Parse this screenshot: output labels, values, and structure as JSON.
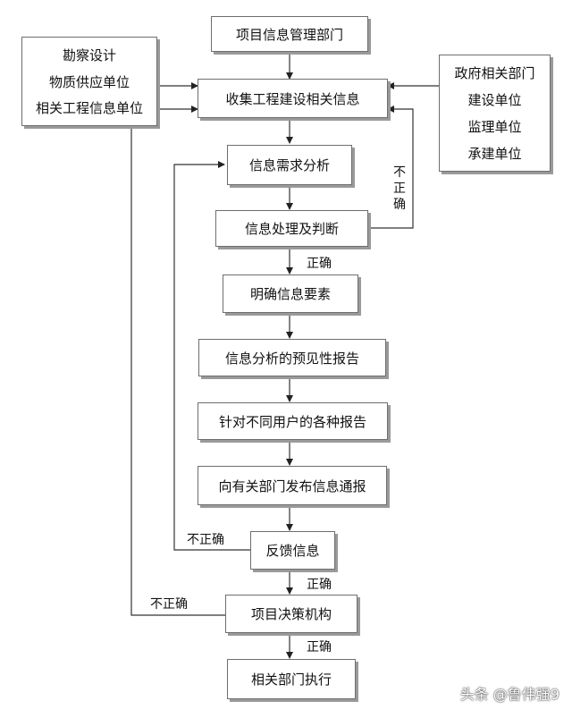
{
  "nodes": {
    "dept": "项目信息管理部门",
    "collect": "收集工程建设相关信息",
    "demand": "信息需求分析",
    "process": "信息处理及判断",
    "elements": "明确信息要素",
    "forecast": "信息分析的预见性报告",
    "users": "针对不同用户的各种报告",
    "publish": "向有关部门发布信息通报",
    "feedback": "反馈信息",
    "decision": "项目决策机构",
    "execute": "相关部门执行"
  },
  "left_sources": [
    "勘察设计",
    "物质供应单位",
    "相关工程信息单位"
  ],
  "right_sources": [
    "政府相关部门",
    "建设单位",
    "监理单位",
    "承建单位"
  ],
  "edge_labels": {
    "correct_1": "正确",
    "correct_2": "正确",
    "correct_3": "正确",
    "incorrect_process": "不正确",
    "incorrect_feedback": "不正确",
    "incorrect_decision": "不正确"
  },
  "watermark": "头条 @鲁伟强9"
}
